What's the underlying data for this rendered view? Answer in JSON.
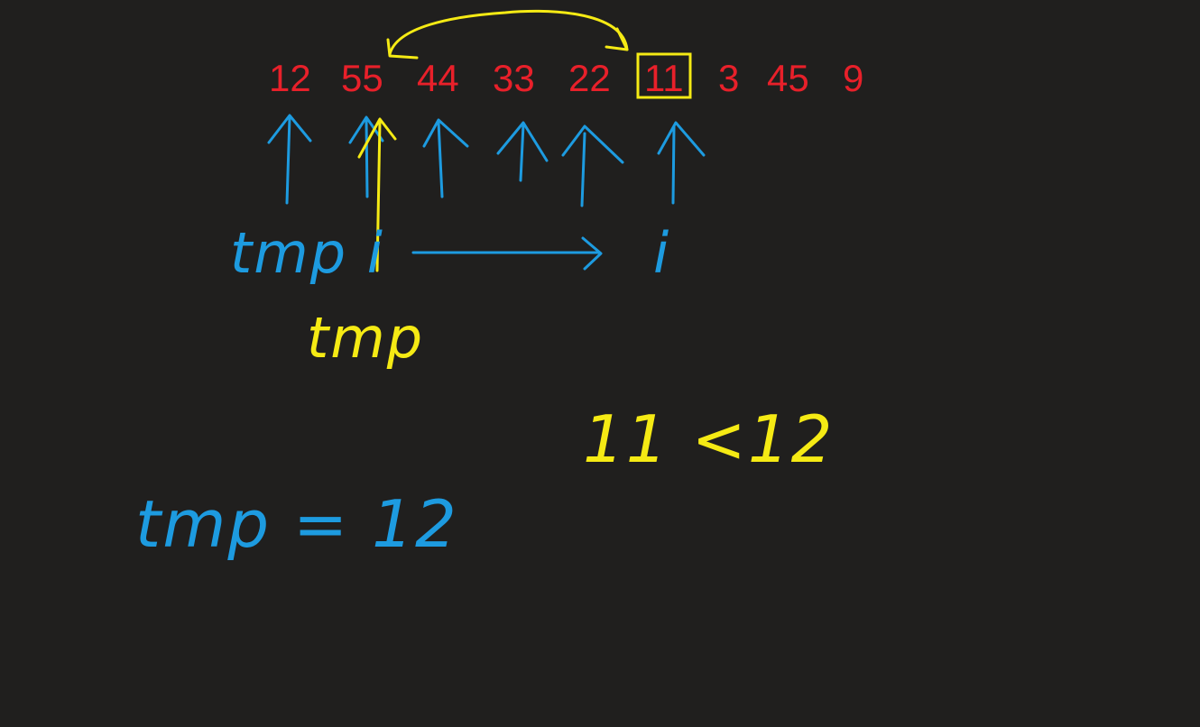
{
  "array": {
    "values": [
      "12",
      "55",
      "44",
      "33",
      "22",
      "11",
      "3",
      "45",
      "9"
    ],
    "highlighted": "11"
  },
  "annotations": {
    "tmp_i_label": "tmp i",
    "end_i_label": "i",
    "tmp_yellow": "tmp",
    "comparison": "11 <12",
    "assignment": "tmp = 12"
  },
  "colors": {
    "background": "#201f1e",
    "numbers": "#e8202a",
    "blue_ink": "#1d9be0",
    "yellow_ink": "#f5ea14"
  }
}
